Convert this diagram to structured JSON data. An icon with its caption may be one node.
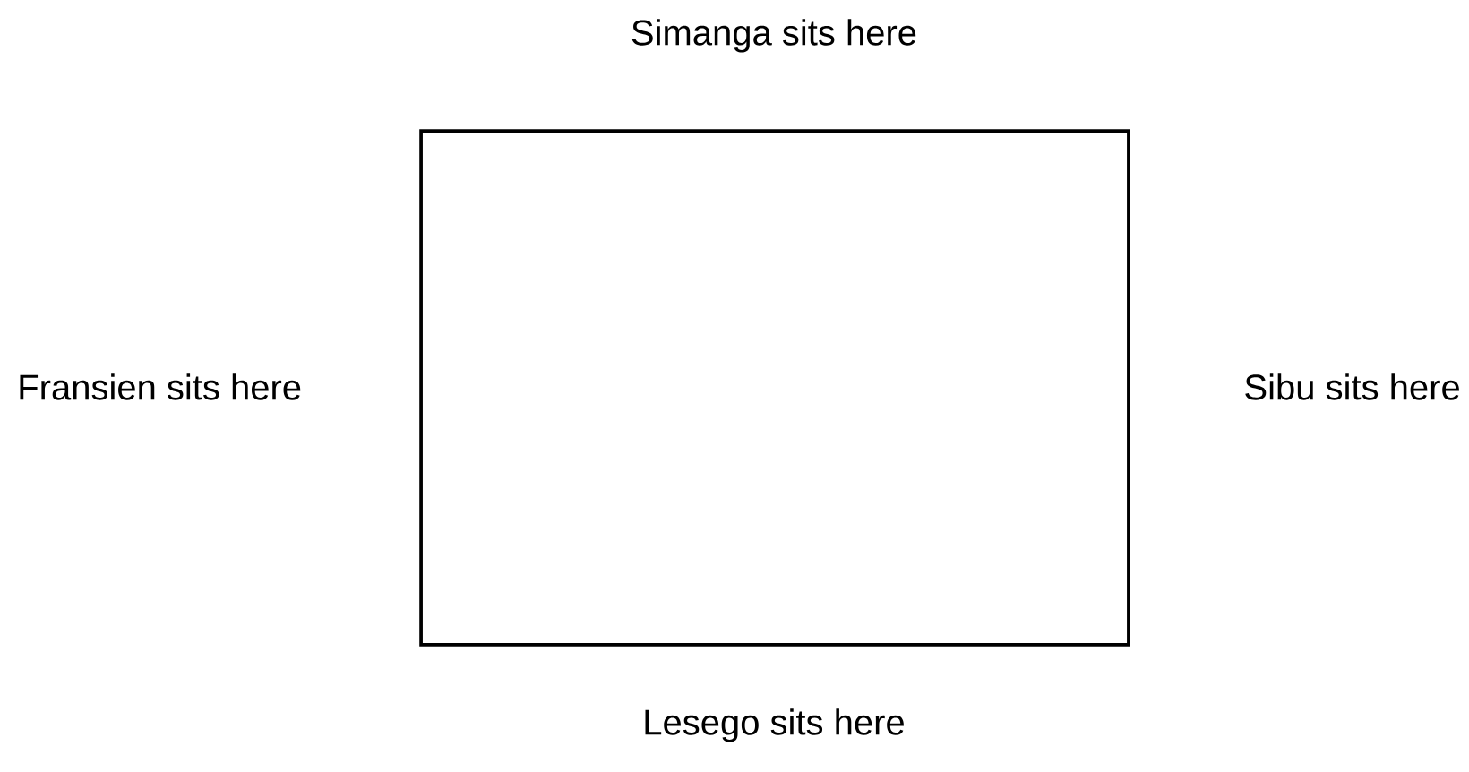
{
  "diagram": {
    "nodes": [
      {
        "text": [],
        "shape": "box",
        "beside": [
          "Simanga sits here",
          "Fransien sits here",
          "Sibu sits here",
          "Lesego sits here"
        ]
      }
    ]
  }
}
